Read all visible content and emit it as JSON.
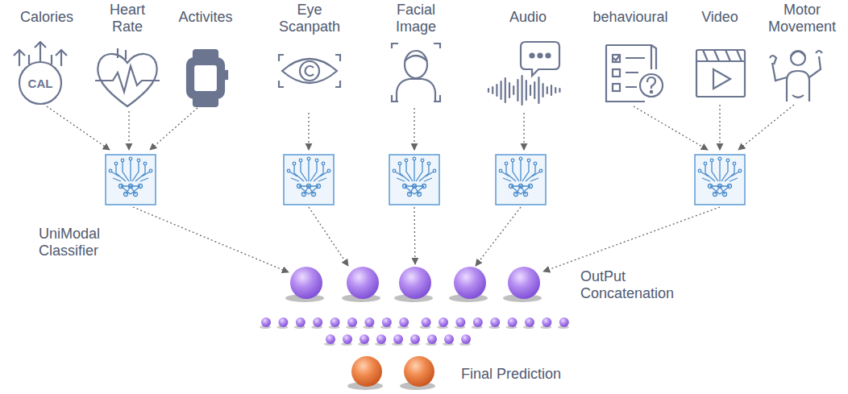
{
  "diagram": {
    "labels": [
      "Calories",
      "Heart Rate",
      "Activites",
      "Eye Scanpath",
      "Facial Image",
      "Audio",
      "behavioural",
      "Video",
      "Motor Movement",
      "CAL",
      "UniModal Classifier",
      "OutPut Concatenation",
      "Final Prediction"
    ]
  }
}
